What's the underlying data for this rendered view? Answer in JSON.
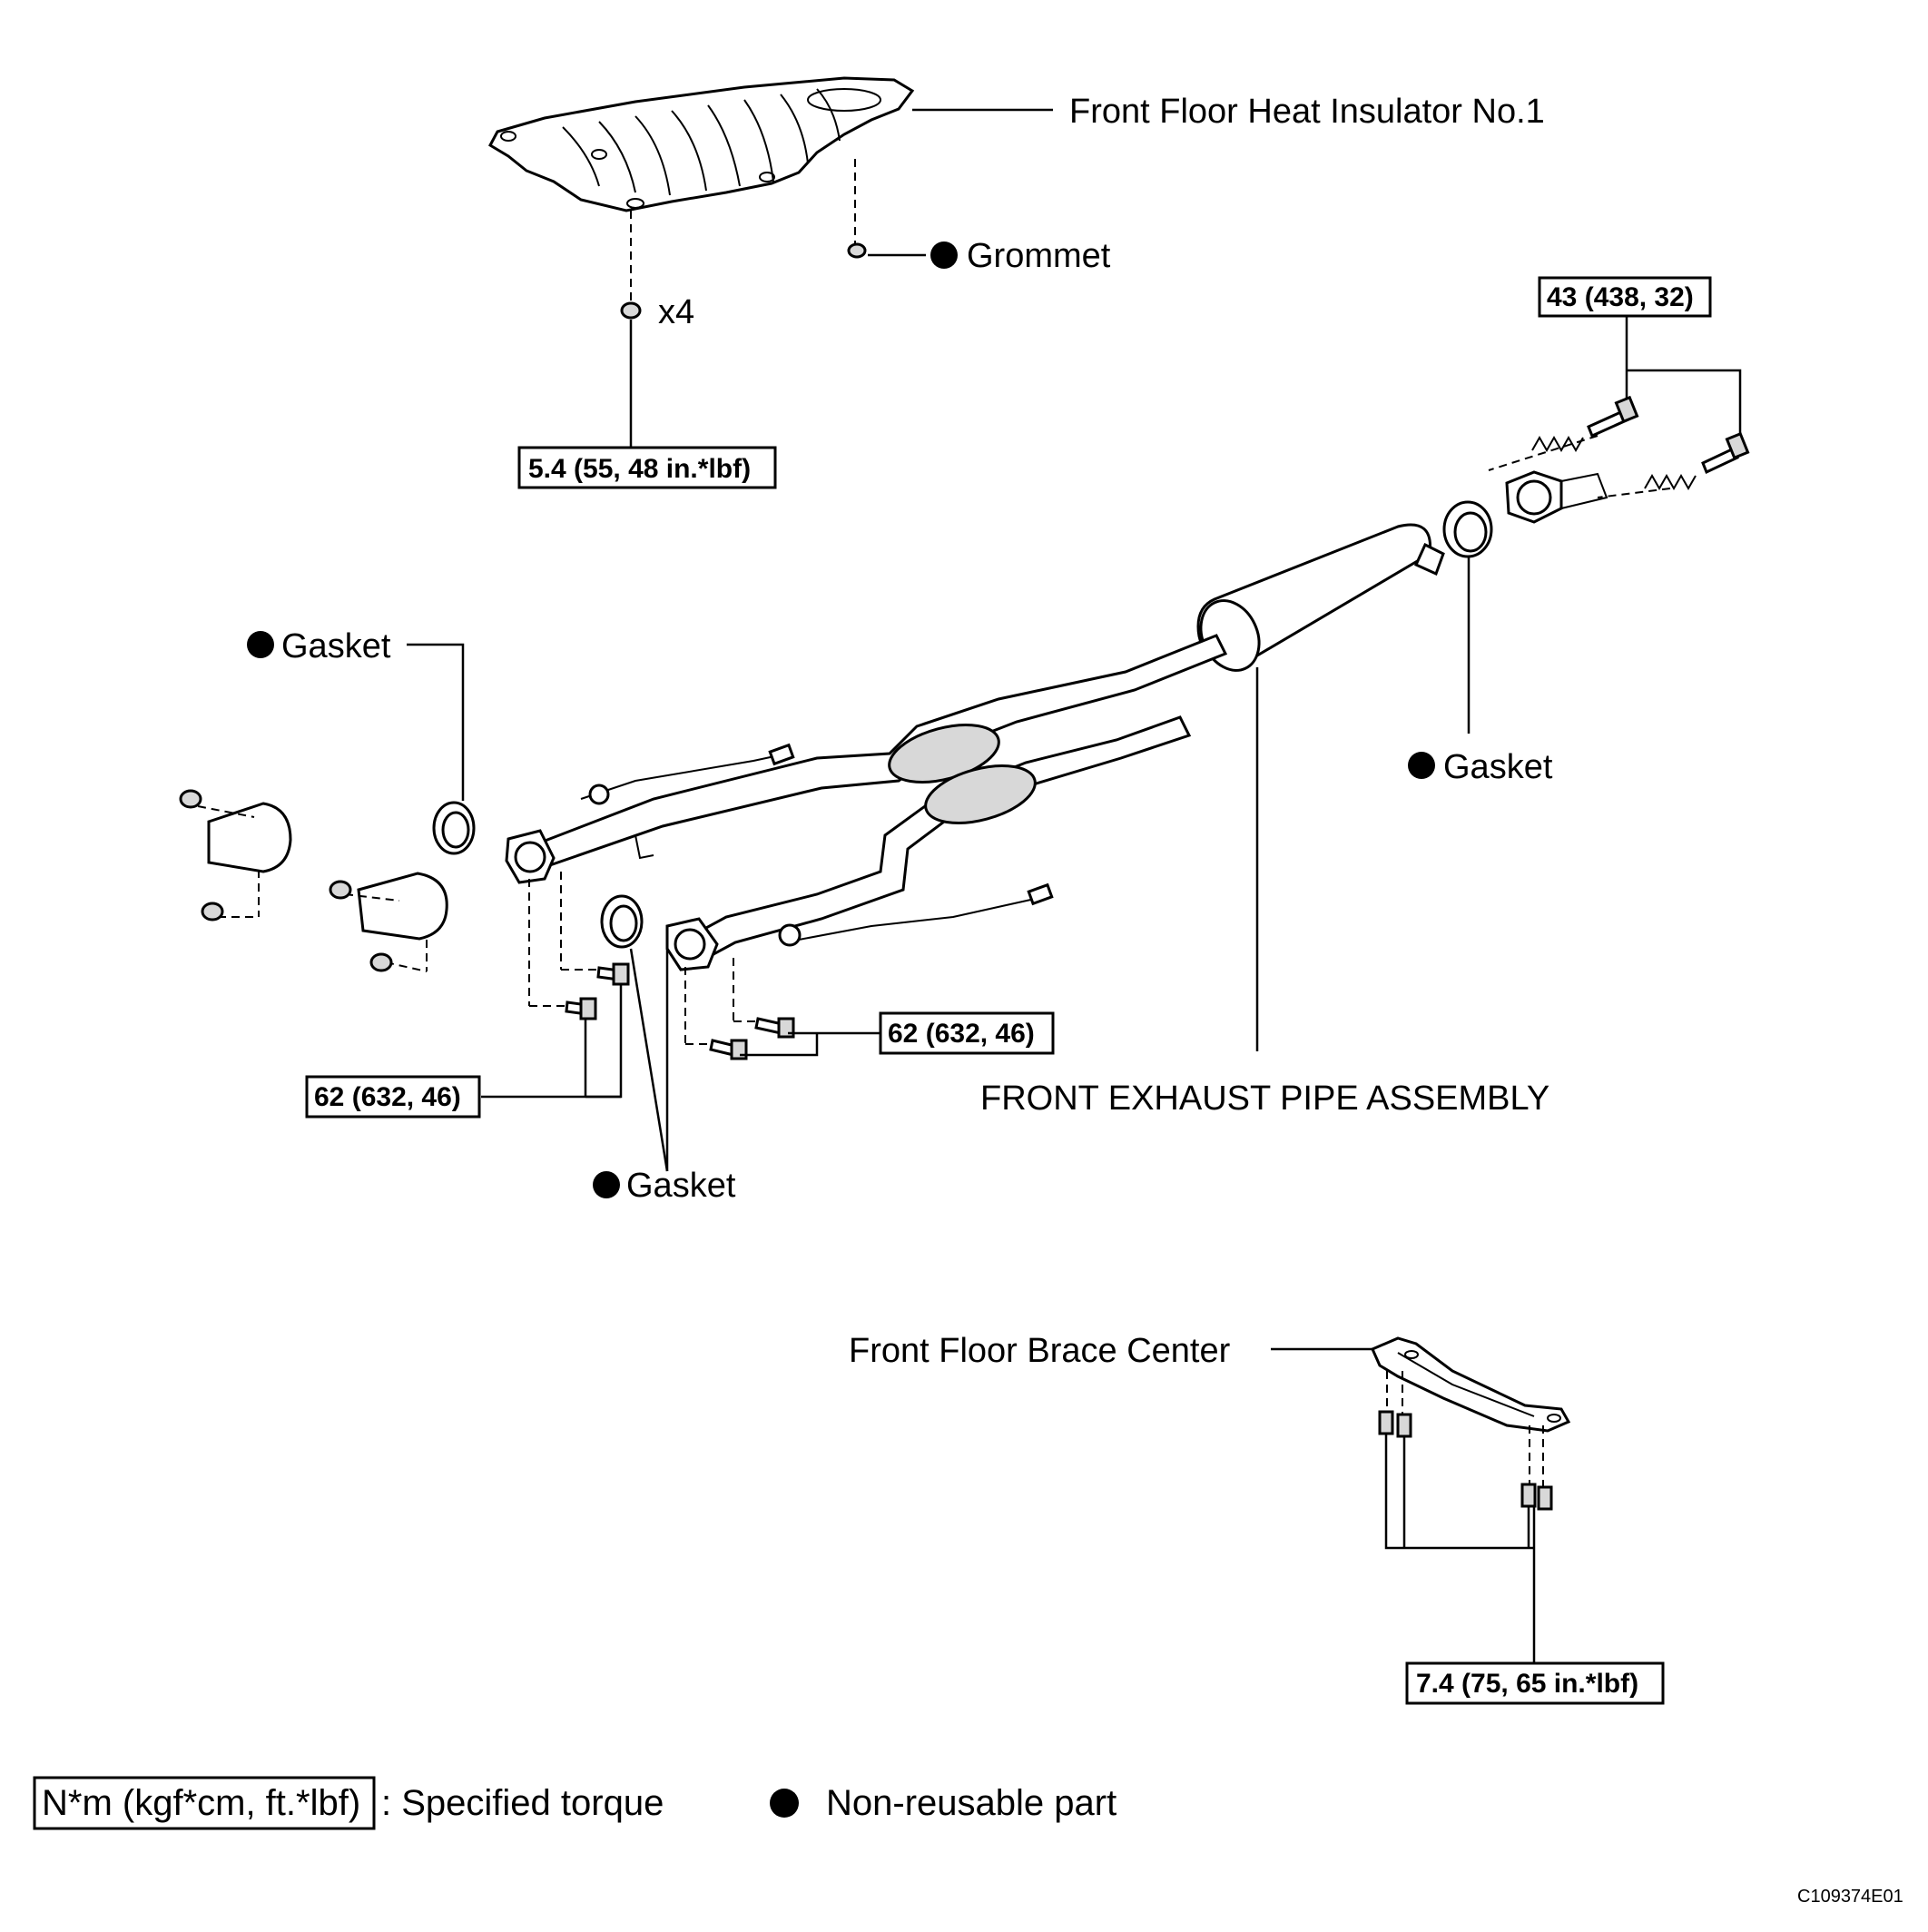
{
  "labels": {
    "heat_insulator": "Front Floor Heat Insulator No.1",
    "grommet": "Grommet",
    "x4": "x4",
    "gasket_left": "Gasket",
    "gasket_right": "Gasket",
    "gasket_bottom": "Gasket",
    "exhaust_assembly": "FRONT EXHAUST PIPE ASSEMBLY",
    "brace_center": "Front Floor Brace Center"
  },
  "torque_specs": {
    "insulator_nuts": "5.4 (55, 48 in.*lbf)",
    "rear_bolts": "43 (438, 32)",
    "left_flange": "62 (632, 46)",
    "right_flange": "62 (632, 46)",
    "brace_bolts": "7.4 (75, 65 in.*lbf)"
  },
  "legend": {
    "torque_box": "N*m (kgf*cm, ft.*lbf)",
    "torque_desc": ": Specified torque",
    "nonreusable_desc": "Non-reusable part"
  },
  "figure_code": "C109374E01",
  "colors": {
    "line": "#000000",
    "background": "#ffffff",
    "shade": "#d8d8d8"
  }
}
